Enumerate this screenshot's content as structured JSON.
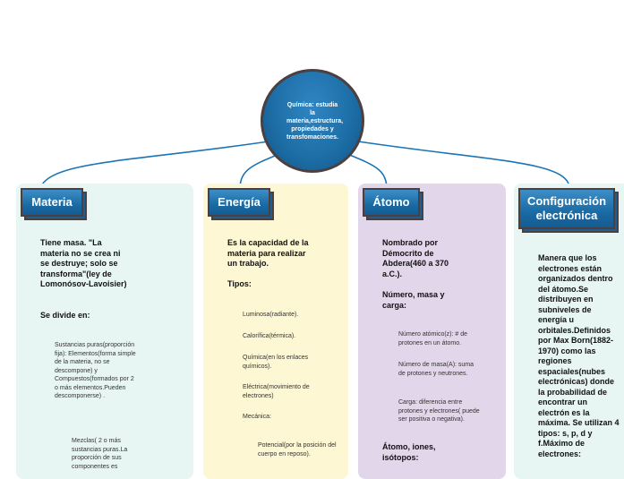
{
  "center": {
    "text": "Química: estudia la materia,estructura, propiedades y transfomaciones."
  },
  "branches": [
    {
      "title": "Materia",
      "items": [
        {
          "text": "Tiene masa. \"La materia no se crea ni se destruye; solo se transforma\"(ley de Lomonósov-Lavoisier)",
          "bold": true
        },
        {
          "text": "Se divide en:",
          "bold": true,
          "children": [
            {
              "text": "Sustancias puras(proporción fija): Elementos(forma simple de la materia, no se descompone) y Compuestos(formados por 2 o más elementos.Pueden descomponerse) ."
            },
            {
              "text": "Mezclas( 2 o más sustancias puras.La proporción de sus componentes es"
            }
          ]
        }
      ]
    },
    {
      "title": "Energía",
      "items": [
        {
          "text": "Es la capacidad de la materia para realizar un trabajo.",
          "bold": true
        },
        {
          "text": "Tipos:",
          "bold": true,
          "children": [
            {
              "text": "Luminosa(radiante)."
            },
            {
              "text": "Calorífica(térmica)."
            },
            {
              "text": "Química(en los enlaces químicos)."
            },
            {
              "text": "Eléctrica(movimiento de electrones)"
            },
            {
              "text": "Mecánica:",
              "children": [
                {
                  "text": "Potencial(por la posición del cuerpo en reposo)."
                }
              ]
            }
          ]
        }
      ]
    },
    {
      "title": "Átomo",
      "items": [
        {
          "text": "Nombrado por Démocrito de Abdera(460 a 370 a.C.).",
          "bold": true
        },
        {
          "text": "Número, masa y carga:",
          "bold": true,
          "children": [
            {
              "text": "Número atómico(z): # de protones en un átomo."
            },
            {
              "text": "Número de masa(A): suma de protones y neutrones."
            },
            {
              "text": "Carga: diferencia entre protones y electrones( puede ser positiva o negativa)."
            }
          ]
        },
        {
          "text": "Átomo, iones, isótopos:",
          "bold": true
        }
      ]
    },
    {
      "title": "Configuración electrónica",
      "items": [
        {
          "text": "Manera que los electrones están organizados dentro del átomo.Se distribuyen en subniveles de energía u orbitales.Definidos por Max Born(1882-1970) como las regiones espaciales(nubes electrónicas) donde la probabilidad de encontrar un electrón es la máxima. Se utilizan 4 tipos: s, p, d y f.Máximo de electrones:",
          "bold": true
        }
      ]
    }
  ],
  "colors": {
    "line": "#1a74b5",
    "header": "#1a6aa4",
    "border": "#4b3f3f"
  }
}
